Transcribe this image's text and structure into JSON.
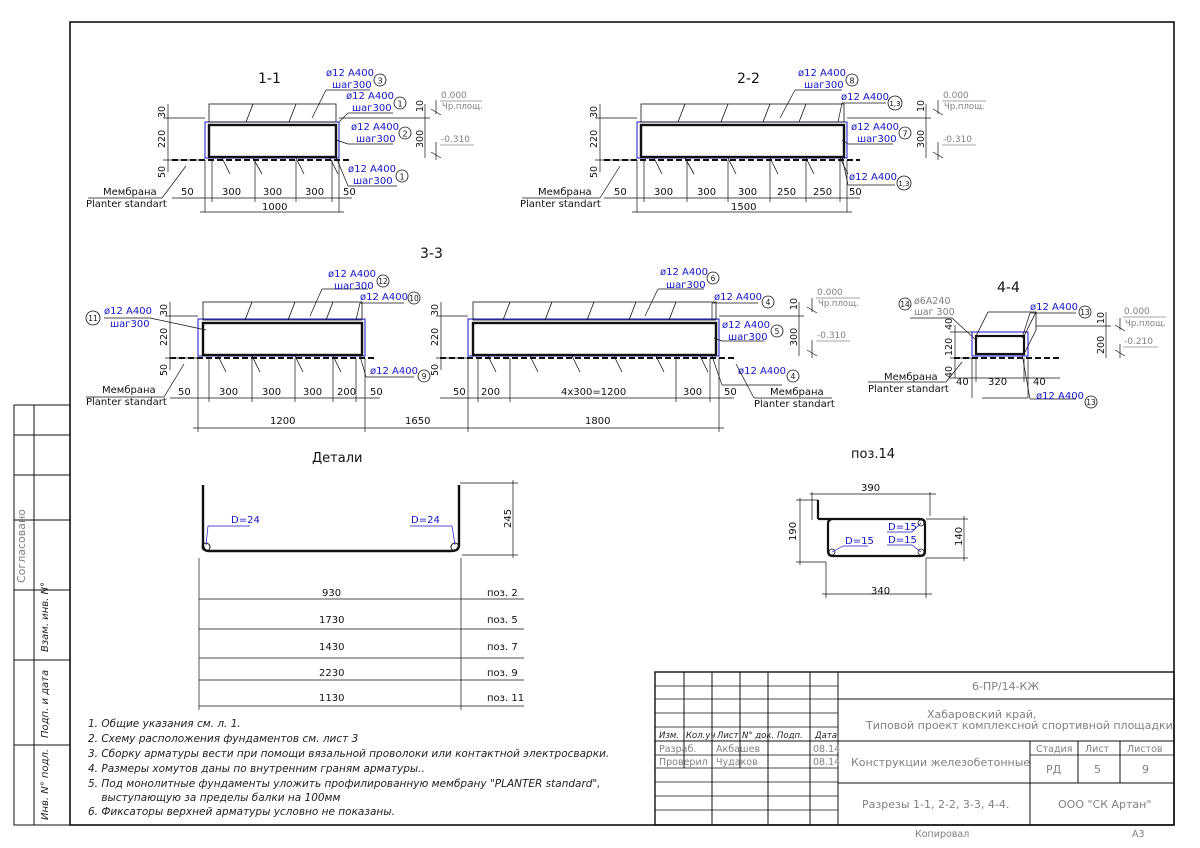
{
  "sections": {
    "s11": {
      "title": "1-1",
      "rebars": [
        {
          "mark": "3",
          "text1": "ø12 A400",
          "text2": "шаг300"
        },
        {
          "mark": "1",
          "text1": "ø12 A400",
          "text2": "шаг300"
        },
        {
          "mark": "2",
          "text1": "ø12 A400",
          "text2": "шаг300"
        },
        {
          "mark": "1",
          "text1": "ø12 A400",
          "text2": "шаг300"
        }
      ],
      "level_top": "0.000",
      "level_top_label": "Чр.площ.",
      "level_bottom": "-0.310",
      "left_dims": [
        "30",
        "220",
        "50"
      ],
      "right_dims": [
        "10",
        "300"
      ],
      "bottom_dims": [
        "50",
        "300",
        "300",
        "300",
        "50"
      ],
      "total": "1000",
      "membrane": [
        "Мембрана",
        "Planter standart"
      ]
    },
    "s22": {
      "title": "2-2",
      "rebars": [
        {
          "mark": "8",
          "text1": "ø12 A400",
          "text2": "шаг300"
        },
        {
          "mark": "1,3",
          "text1": "ø12 A400",
          "text2": ""
        },
        {
          "mark": "7",
          "text1": "ø12 A400",
          "text2": "шаг300"
        },
        {
          "mark": "1,3",
          "text1": "ø12 A400",
          "text2": ""
        }
      ],
      "level_top": "0.000",
      "level_top_label": "Чр.площ.",
      "level_bottom": "-0.310",
      "left_dims": [
        "30",
        "220",
        "50"
      ],
      "right_dims": [
        "10",
        "300"
      ],
      "bottom_dims": [
        "50",
        "300",
        "300",
        "300",
        "250",
        "250",
        "50"
      ],
      "total": "1500",
      "membrane": [
        "Мембрана",
        "Planter standart"
      ]
    },
    "s33": {
      "title": "3-3",
      "rebars_a": [
        {
          "mark": "12",
          "text1": "ø12 A400",
          "text2": "шаг300"
        },
        {
          "mark": "10",
          "text1": "ø12 A400",
          "text2": ""
        },
        {
          "mark": "11",
          "text1": "ø12 A400",
          "text2": "шаг300"
        },
        {
          "mark": "9",
          "text1": "ø12 A400",
          "text2": ""
        }
      ],
      "rebars_b": [
        {
          "mark": "6",
          "text1": "ø12 A400",
          "text2": "шаг300"
        },
        {
          "mark": "4",
          "text1": "ø12 A400",
          "text2": ""
        },
        {
          "mark": "5",
          "text1": "ø12 A400",
          "text2": "шаг300"
        },
        {
          "mark": "4",
          "text1": "ø12 A400",
          "text2": ""
        }
      ],
      "level_top": "0.000",
      "level_top_label": "Чр.площ.",
      "level_bottom": "-0.310",
      "left_dims": [
        "30",
        "220",
        "50"
      ],
      "left_dims_b": [
        "30",
        "220",
        "50"
      ],
      "right_dims": [
        "10",
        "300"
      ],
      "bottom_dims_a": [
        "50",
        "300",
        "300",
        "300",
        "200",
        "50"
      ],
      "bottom_dims_b": [
        "50",
        "200",
        "4x300=1200",
        "300",
        "50"
      ],
      "totals": [
        "1200",
        "1650",
        "1800"
      ],
      "membrane_a": [
        "Мембрана",
        "Planter standart"
      ],
      "membrane_b": [
        "Мембрана",
        "Planter standart"
      ]
    },
    "s44": {
      "title": "4-4",
      "rebars": [
        {
          "mark": "14",
          "text1": "ø6A240",
          "text2": "шаг 300"
        },
        {
          "mark": "13",
          "text1": "ø12 A400",
          "text2": ""
        },
        {
          "mark": "13",
          "text1": "ø12 A400",
          "text2": ""
        }
      ],
      "level_top": "0.000",
      "level_top_label": "Чр.площ.",
      "level_bottom": "-0.210",
      "left_dims": [
        "40",
        "120",
        "40"
      ],
      "right_dims": [
        "10",
        "200"
      ],
      "bottom_dims": [
        "40",
        "320",
        "40"
      ],
      "membrane": [
        "Мембрана",
        "Planter standart"
      ]
    }
  },
  "details": {
    "title": "Детали",
    "bend_left": "D=24",
    "bend_right": "D=24",
    "height": "245",
    "rows": [
      {
        "length": "930",
        "pos": "поз. 2"
      },
      {
        "length": "1730",
        "pos": "поз. 5"
      },
      {
        "length": "1430",
        "pos": "поз. 7"
      },
      {
        "length": "2230",
        "pos": "поз. 9"
      },
      {
        "length": "1130",
        "pos": "поз. 11"
      }
    ]
  },
  "pos14": {
    "title": "поз.14",
    "top": "390",
    "bottom": "340",
    "left": "190",
    "right": "140",
    "bends": [
      "D=15",
      "D=15",
      "D=15"
    ]
  },
  "notes": [
    "1. Общие указания см. л. 1.",
    "2. Схему расположения фундаментов  см. лист 3",
    "3. Сборку арматуры вести при помощи вязальной проволоки или контактной электросварки.",
    "4. Размеры хомутов даны по внутренним граням арматуры..",
    "5. Под монолитные фундаменты уложить профилированную мембрану \"PLANTER standard\",",
    "    выступающую за пределы балки на 100мм",
    "6. Фиксаторы верхней арматуры условно не показаны."
  ],
  "side_stamp": {
    "agreed": "Согласовано",
    "fields": [
      "Взам. инв. N°",
      "Подп. и дата",
      "Инв. N° подл."
    ]
  },
  "title_block": {
    "doc_code": "6-ПР/14-КЖ",
    "project_line1": "Хабаровский край,",
    "project_line2": "Типовой проект комплексной спортивной площадки",
    "headers": [
      "Изм.",
      "Кол.уч",
      "Лист",
      "N° док.",
      "Подп.",
      "Дата"
    ],
    "people": [
      {
        "role": "Разраб.",
        "name": "Акбашев",
        "date": "08.14"
      },
      {
        "role": "Проверил",
        "name": "Чудаков",
        "date": "08.14"
      }
    ],
    "object": "Конструкции железобетонные",
    "sheet_title": "Разрезы 1-1, 2-2, 3-3, 4-4.",
    "stage_label": "Стадия",
    "sheet_label": "Лист",
    "sheets_label": "Листов",
    "stage": "РД",
    "sheet": "5",
    "sheets": "9",
    "company": "ООО \"СК Артан\"",
    "copied": "Копировал",
    "format": "А3"
  }
}
